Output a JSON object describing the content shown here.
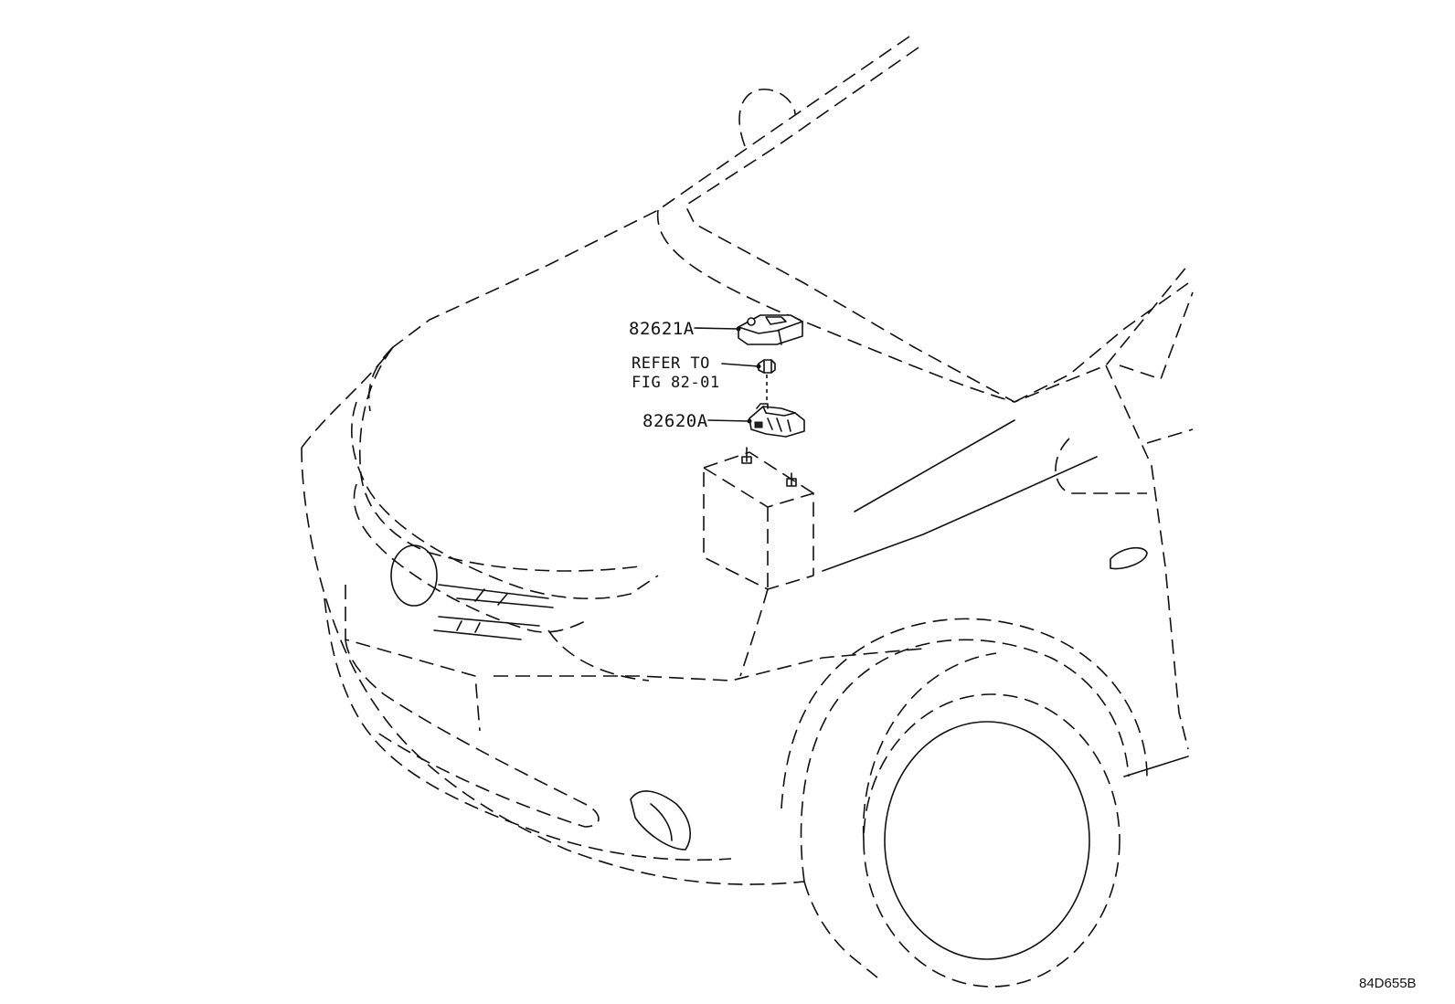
{
  "callouts": {
    "part_82621a": "82621A",
    "refer_line1": "REFER TO",
    "refer_line2": "FIG 82-01",
    "part_82620a": "82620A"
  },
  "illustration_code": "84D655B"
}
